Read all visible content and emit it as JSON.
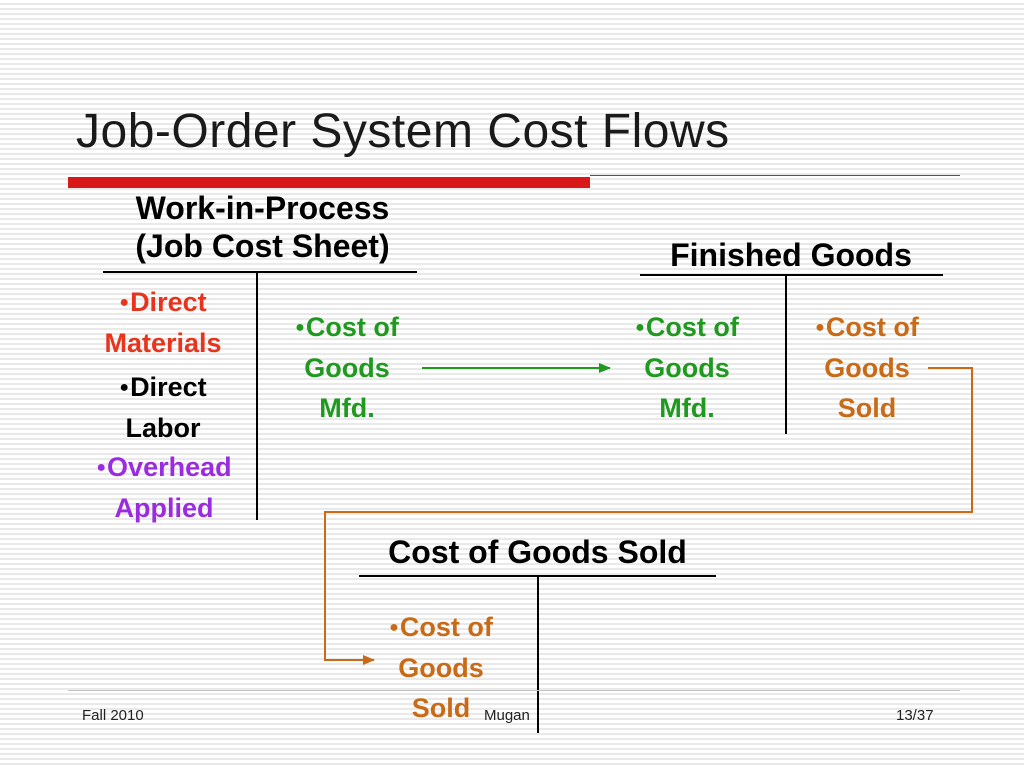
{
  "slide": {
    "title": "Job-Order System Cost Flows",
    "wip": {
      "header_line1": "Work-in-Process",
      "header_line2": "(Job Cost Sheet)",
      "debits": [
        {
          "bullet": "●",
          "line1": "Direct",
          "line2": "Materials",
          "color": "#e8341c"
        },
        {
          "bullet": "●",
          "line1": "Direct",
          "line2": "Labor",
          "color": "#000000"
        },
        {
          "bullet": "●",
          "line1": "Overhead",
          "line2": "Applied",
          "color": "#9a2be0"
        }
      ],
      "credit": {
        "bullet": "●",
        "line1": "Cost of",
        "line2": "Goods",
        "line3": "Mfd.",
        "color": "#1f9a1f"
      }
    },
    "finished_goods": {
      "header": "Finished Goods",
      "debit": {
        "bullet": "●",
        "line1": "Cost of",
        "line2": "Goods",
        "line3": "Mfd.",
        "color": "#1f9a1f"
      },
      "credit": {
        "bullet": "●",
        "line1": "Cost of",
        "line2": "Goods",
        "line3": "Sold",
        "color": "#c96a16"
      }
    },
    "cogs": {
      "header": "Cost of Goods Sold",
      "debit": {
        "bullet": "●",
        "line1": "Cost of",
        "line2": "Goods",
        "line3": "Sold",
        "color": "#c96a16"
      }
    },
    "colors": {
      "accent_red": "#d81818",
      "green_arrow": "#1f9a1f",
      "orange_arrow": "#c96a16"
    }
  },
  "footer": {
    "left": "Fall 2010",
    "center": "Mugan",
    "right": "13/37"
  }
}
